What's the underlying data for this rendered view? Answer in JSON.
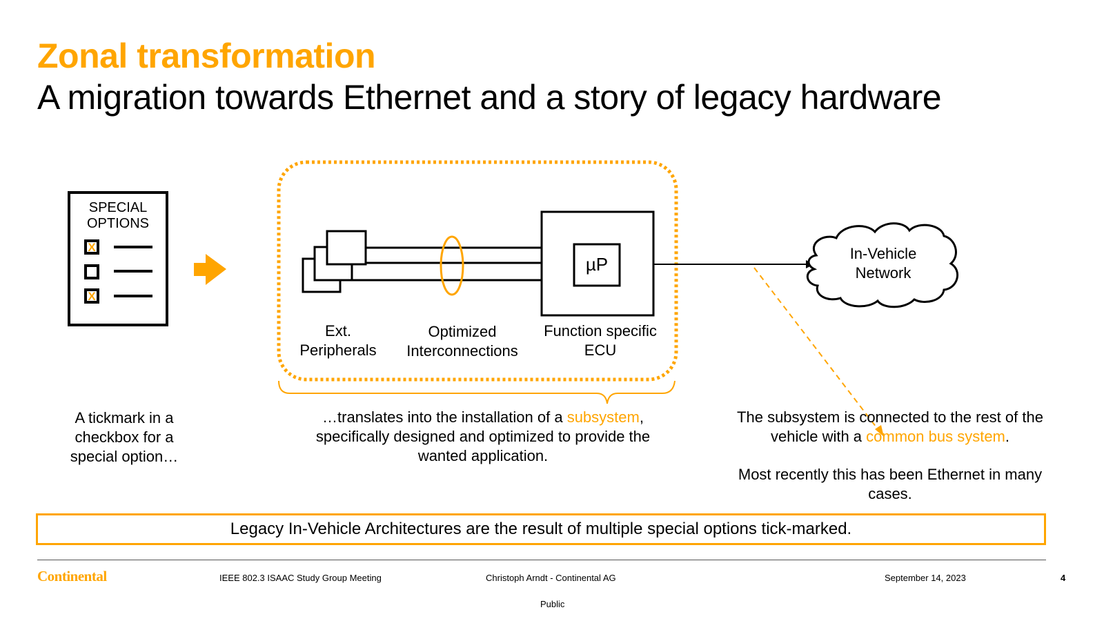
{
  "header": {
    "title": "Zonal transformation",
    "subtitle": "A migration towards Ethernet and a story of legacy hardware"
  },
  "colors": {
    "accent": "#FFA500",
    "text": "#000000"
  },
  "diagram": {
    "options_card": {
      "heading_line1": "SPECIAL",
      "heading_line2": "OPTIONS",
      "checkboxes": [
        {
          "checked": true,
          "mark": "X"
        },
        {
          "checked": false,
          "mark": ""
        },
        {
          "checked": true,
          "mark": "X"
        }
      ]
    },
    "arrow_icon": "right-arrow-icon",
    "subsystem": {
      "peripherals_label_line1": "Ext.",
      "peripherals_label_line2": "Peripherals",
      "interconnect_label_line1": "Optimized",
      "interconnect_label_line2": "Interconnections",
      "ecu_label_line1": "Function specific",
      "ecu_label_line2": "ECU",
      "processor_label": "µP"
    },
    "network": {
      "label_line1": "In-Vehicle",
      "label_line2": "Network"
    }
  },
  "captions": {
    "left": [
      "A tickmark in a",
      "checkbox for a",
      "special option…"
    ],
    "middle": {
      "prefix": "…translates into the installation of a ",
      "highlight": "subsystem",
      "suffix": ",",
      "line2": "specifically designed and optimized to provide the",
      "line3": "wanted application."
    },
    "right": {
      "line1": "The subsystem is connected to the rest of the",
      "line2_prefix": "vehicle with a ",
      "line2_highlight": "common bus system",
      "line2_suffix": ".",
      "line3": "Most recently this has been Ethernet in many",
      "line4": "cases."
    }
  },
  "summary": "Legacy In-Vehicle Architectures are the result of multiple special options tick-marked.",
  "footer": {
    "logo": "Continental",
    "event": "IEEE 802.3 ISAAC Study Group Meeting",
    "author": "Christoph Arndt - Continental AG",
    "date": "September 14, 2023",
    "page": "4",
    "classification": "Public"
  }
}
